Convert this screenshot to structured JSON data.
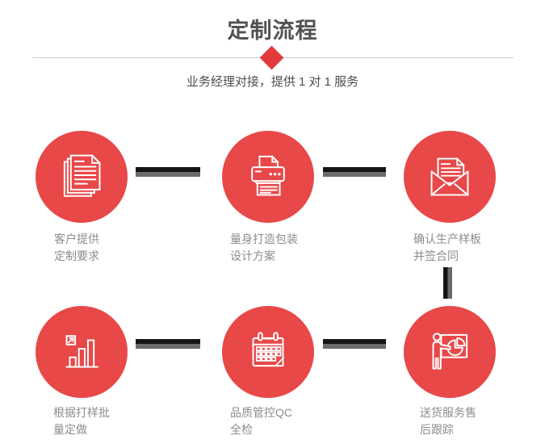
{
  "page": {
    "title": "定制流程",
    "subtitle": "业务经理对接，提供 1 对 1 服务"
  },
  "colors": {
    "accent_red": "#e84848",
    "diamond_red": "#e23a3a",
    "title_gray": "#525252",
    "caption_gray": "#8c8c8c",
    "connector_dark": "#151515",
    "connector_light": "#6b6b6b",
    "divider_gray": "#cccccc"
  },
  "steps": [
    {
      "icon": "documents-icon",
      "line1": "客户提供",
      "line2": "定制要求"
    },
    {
      "icon": "printer-icon",
      "line1": "量身打造包装",
      "line2": "设计方案"
    },
    {
      "icon": "envelope-icon",
      "line1": "确认生产样板",
      "line2": "并签合同"
    },
    {
      "icon": "bar-chart-icon",
      "line1": "根据打样批",
      "line2": "量定做"
    },
    {
      "icon": "calendar-icon",
      "line1": "品质管控QC",
      "line2": "全检"
    },
    {
      "icon": "presentation-icon",
      "line1": "送货服务售",
      "line2": "后跟踪"
    }
  ]
}
